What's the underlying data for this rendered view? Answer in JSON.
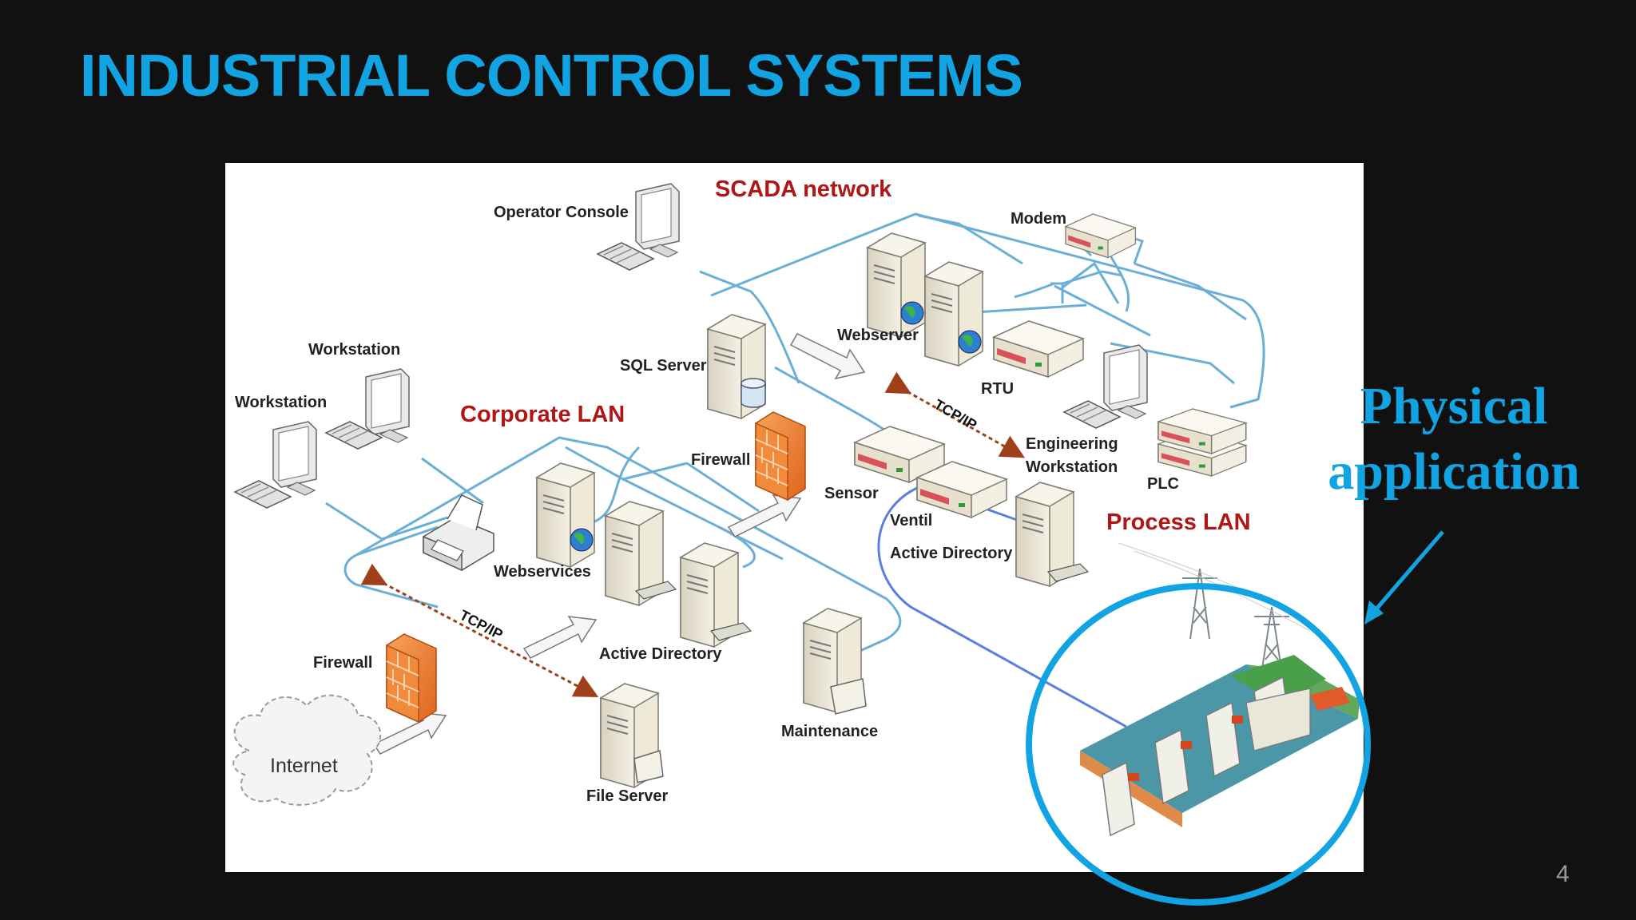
{
  "slide": {
    "title": "INDUSTRIAL CONTROL SYSTEMS",
    "page_number": "4"
  },
  "callout": {
    "line1": "Physical",
    "line2": "application",
    "color": "#12A3E3"
  },
  "diagram": {
    "networks": {
      "scada": "SCADA network",
      "corporate": "Corporate  LAN",
      "process": "Process LAN",
      "label_color": "#B01616"
    },
    "protocol_labels": {
      "corporate": "TCP/IP",
      "scada": "TCP/IP"
    },
    "nodes": {
      "operator_console": "Operator Console",
      "modem": "Modem",
      "webserver": "Webserver",
      "rtu": "RTU",
      "sql_server": "SQL Server",
      "workstation_top": "Workstation",
      "workstation_left": "Workstation",
      "firewall_mid": "Firewall",
      "sensor": "Sensor",
      "engineering_workstation_l1": "Engineering",
      "engineering_workstation_l2": "Workstation",
      "plc": "PLC",
      "ventil": "Ventil",
      "active_directory_process": "Active Directory",
      "webservices": "Webservices",
      "active_directory_corp": "Active Directory",
      "firewall_internet": "Firewall",
      "internet": "Internet",
      "maintenance": "Maintenance",
      "file_server": "File Server"
    },
    "network_line_color": "#6BAED6"
  }
}
